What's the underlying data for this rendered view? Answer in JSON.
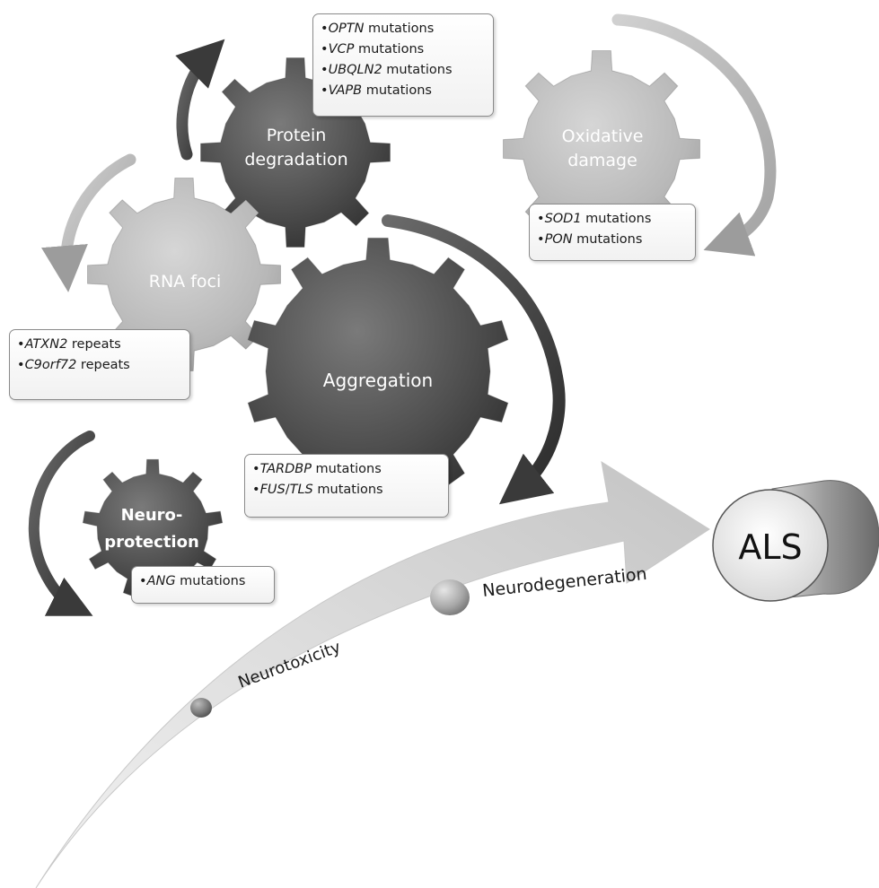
{
  "gears": {
    "protein_degradation": "Protein degradation",
    "protein_degradation_line1": "Protein",
    "protein_degradation_line2": "degradation",
    "oxidative_damage_line1": "Oxidative",
    "oxidative_damage_line2": "damage",
    "rna_foci": "RNA foci",
    "aggregation": "Aggregation",
    "neuroprotection_line1": "Neuro-",
    "neuroprotection_line2": "protection"
  },
  "boxes": {
    "protein_degradation": [
      {
        "gene": "OPTN",
        "suffix": " mutations"
      },
      {
        "gene": "VCP",
        "suffix": " mutations"
      },
      {
        "gene": "UBQLN2",
        "suffix": " mutations"
      },
      {
        "gene": "VAPB",
        "suffix": " mutations"
      }
    ],
    "oxidative_damage": [
      {
        "gene": "SOD1",
        "suffix": " mutations"
      },
      {
        "gene": "PON",
        "suffix": " mutations"
      }
    ],
    "rna_foci": [
      {
        "gene": "ATXN2",
        "suffix": " repeats"
      },
      {
        "gene": "C9orf72",
        "suffix": " repeats"
      }
    ],
    "aggregation": [
      {
        "gene": "TARDBP",
        "suffix": " mutations"
      },
      {
        "gene": "FUS",
        "sep": "/",
        "gene2": "TLS",
        "suffix": " mutations"
      }
    ],
    "neuroprotection": [
      {
        "gene": "ANG",
        "suffix": " mutations"
      }
    ]
  },
  "pathway": {
    "neurotoxicity": "Neurotoxicity",
    "neurodegeneration": "Neurodegeneration"
  },
  "outcome": "ALS",
  "colors": {
    "dark_gear": "#4e4e4e",
    "light_gear": "#b4b4b4",
    "arrow_fill": "#d8d8d8",
    "bullet": "•"
  }
}
